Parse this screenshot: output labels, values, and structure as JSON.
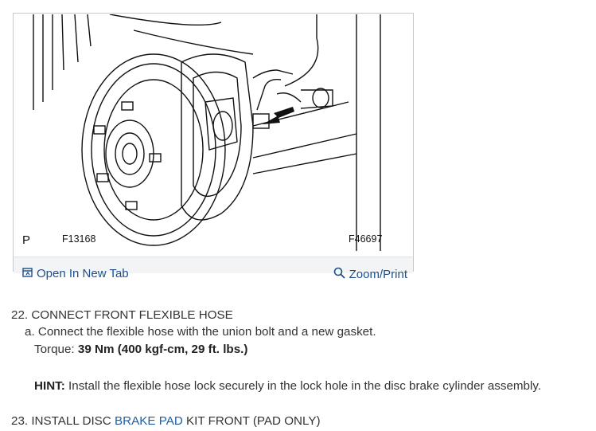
{
  "figure": {
    "label_left": "P",
    "label_code_1": "F13168",
    "label_code_2": "F46697",
    "toolbar": {
      "open_tab_label": "Open In New Tab",
      "zoom_label": "Zoom/Print",
      "open_tab_icon": "open-in-new-tab-icon",
      "zoom_icon": "magnifier-icon"
    }
  },
  "steps": {
    "step22": {
      "title": "22. CONNECT FRONT FLEXIBLE HOSE",
      "sub_a": "a. Connect the flexible hose with the union bolt and a new gasket.",
      "torque_label": "Torque:",
      "torque_value": "39 Nm (400 kgf-cm, 29 ft. lbs.)",
      "hint_label": "HINT:",
      "hint_text": "Install the flexible hose lock securely in the lock hole in the disc brake cylinder assembly."
    },
    "step23": {
      "prefix": "23. INSTALL DISC ",
      "link_text": "BRAKE PAD",
      "suffix": " KIT FRONT (PAD ONLY)"
    }
  },
  "colors": {
    "link": "#1b5fa8",
    "toolbar_bg": "#f3f4f5"
  }
}
